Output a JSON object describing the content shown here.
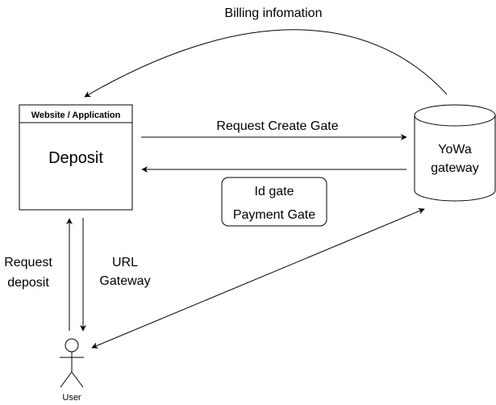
{
  "nodes": {
    "website": {
      "header": "Website / Application",
      "body": "Deposit"
    },
    "gateway": {
      "line1": "YoWa",
      "line2": "gateway"
    },
    "response_box": {
      "line1": "Id gate",
      "line2": "Payment Gate"
    },
    "user": {
      "label": "User"
    }
  },
  "edges": {
    "billing": "Billing infomation",
    "request_create_gate": "Request Create Gate",
    "request_deposit": {
      "line1": "Request",
      "line2": "deposit"
    },
    "url_gateway": {
      "line1": "URL",
      "line2": "Gateway"
    }
  }
}
